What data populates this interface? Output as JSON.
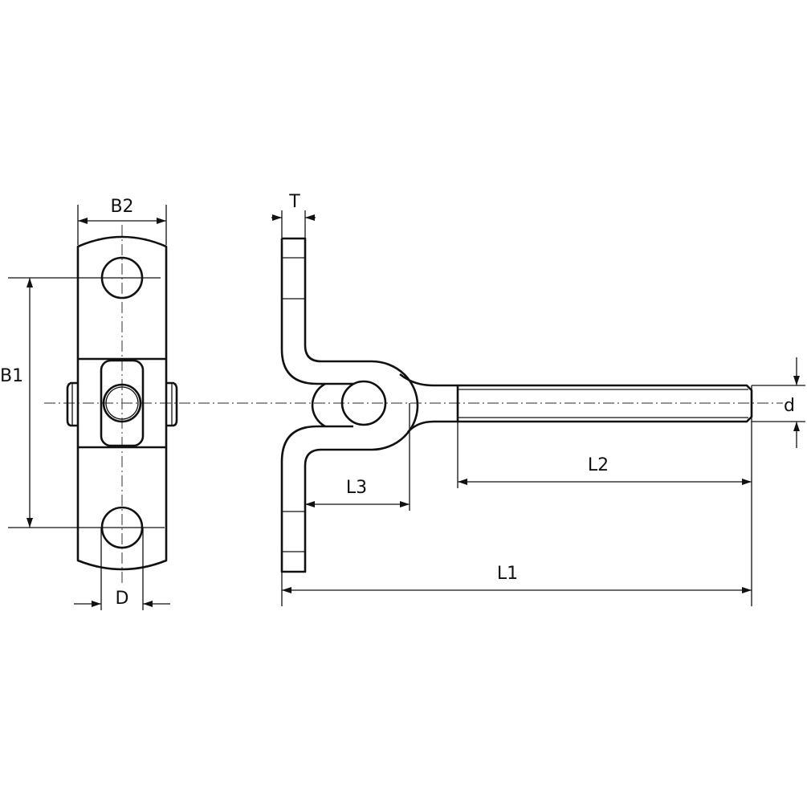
{
  "drawing": {
    "title": "Eye plate with threaded stud – technical drawing",
    "labels": {
      "b2": "B2",
      "b1": "B1",
      "d_hole": "D",
      "t": "T",
      "l3": "L3",
      "l2": "L2",
      "l1": "L1",
      "d_thread": "d"
    }
  }
}
